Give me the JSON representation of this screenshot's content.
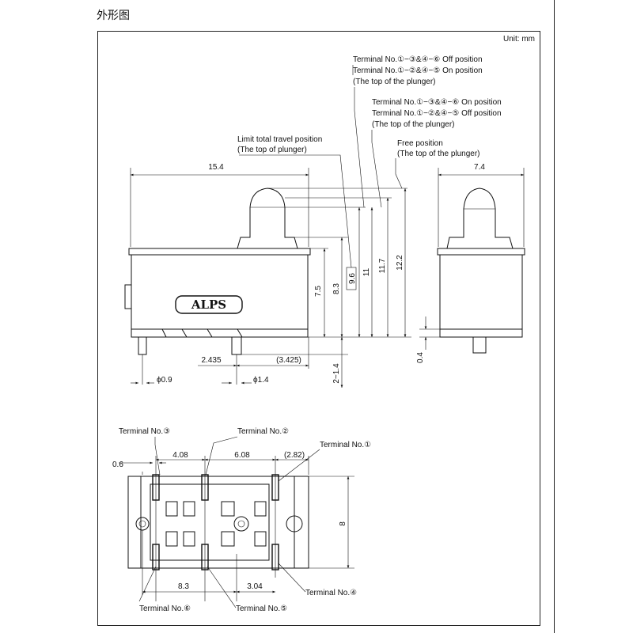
{
  "header": {
    "title": "外形图",
    "unit": "Unit: mm"
  },
  "side_view": {
    "width_dim": "15.4",
    "limit_travel": "Limit total travel position",
    "limit_travel_sub": "(The top of plunger)",
    "dim_7_5": "7.5",
    "dim_8_3": "8.3",
    "dim_9_6": "9.6",
    "dim_11": "11",
    "dim_11_7": "11.7",
    "dim_12_2": "12.2",
    "dim_2_435": "2.435",
    "dim_3_425": "(3.425)",
    "dim_2_1_4": "2~1.4",
    "phi_0_9": "ϕ0.9",
    "phi_1_4": "ϕ1.4",
    "logo": "ALPS"
  },
  "callouts": {
    "off_pos_line1": "Terminal No.①−③&④−⑥ Off position",
    "off_pos_line2": "Terminal No.①−②&④−⑤ On position",
    "off_pos_line3": "(The top of the plunger)",
    "on_pos_line1": "Terminal No.①−③&④−⑥ On position",
    "on_pos_line2": "Terminal No.①−②&④−⑤ Off position",
    "on_pos_line3": "(The top of the plunger)",
    "free_pos_line1": "Free position",
    "free_pos_line2": "(The top of the plunger)"
  },
  "end_view": {
    "width_dim": "7.4",
    "dim_0_4": "0.4"
  },
  "bottom_view": {
    "t3": "Terminal No.③",
    "t2": "Terminal No.②",
    "t1": "Terminal No.①",
    "t4": "Terminal No.④",
    "t5": "Terminal No.⑤",
    "t6": "Terminal No.⑥",
    "dim_0_6": "0.6",
    "dim_4_08": "4.08",
    "dim_6_08": "6.08",
    "dim_2_82": "(2.82)",
    "dim_8": "8",
    "dim_8_3": "8.3",
    "dim_3_04": "3.04"
  }
}
